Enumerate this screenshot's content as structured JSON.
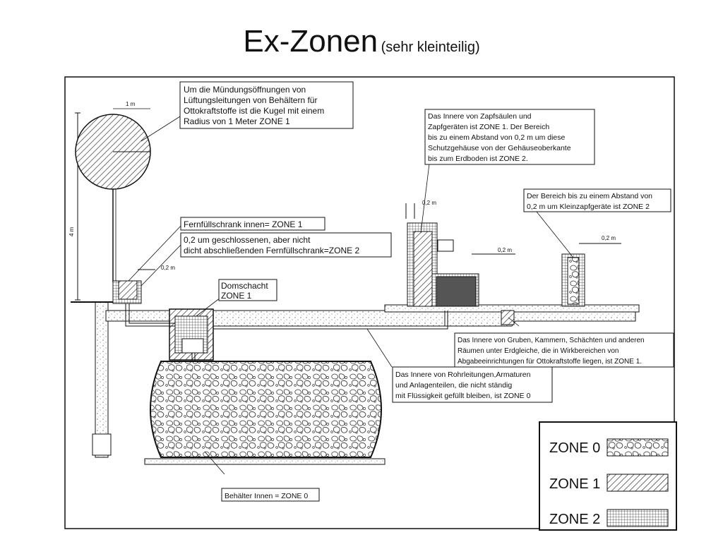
{
  "title": {
    "main": "Ex-Zonen",
    "sub": "(sehr kleinteilig)"
  },
  "dimensions": {
    "one_meter": "1 m",
    "four_meter": "4 m",
    "zero_two_a": "0,2 m",
    "zero_two_b": "0,2 m",
    "zero_two_c": "0,2 m",
    "zero_two_d": "0,2 m"
  },
  "callouts": {
    "sphere": [
      "Um die Mündungsöffnungen von",
      "Lüftungsleitungen von Behältern für",
      "Ottokraftstoffe ist die Kugel mit einem",
      "Radius von 1 Meter ZONE 1"
    ],
    "fernfuell_inner": [
      "Fernfüllschrank innen= ZONE 1"
    ],
    "fernfuell_around": [
      "0,2 um geschlossenen, aber nicht",
      "dicht abschließenden Fernfüllschrank=ZONE 2"
    ],
    "domschacht": [
      "Domschacht",
      "ZONE 1"
    ],
    "zapfsaeulen": [
      "Das Innere von Zapfsäulen und",
      "Zapfgeräten ist ZONE 1. Der Bereich",
      "bis zu einem Abstand von 0,2 m um diese",
      "Schutzgehäuse von der Gehäuseoberkante",
      "bis zum Erdboden  ist ZONE 2."
    ],
    "kleinzapf": [
      "Der Bereich bis zu einem Abstand von",
      "0,2 m um Kleinzapfgeräte ist ZONE 2"
    ],
    "gruben": [
      "Das Innere von Gruben, Kammern, Schächten und anderen",
      "Räumen unter Erdgleiche, die in Wirkbereichen von",
      "Abgabeeinrichtungen für Ottokraftstoffe liegen, ist ZONE 1."
    ],
    "rohr": [
      "Das Innere von Rohrleitungen,Armaturen",
      "und Anlagenteilen, die nicht ständig",
      "mit Flüssigkeit gefüllt bleiben, ist ZONE 0"
    ],
    "behaelter": [
      "Behälter Innen = ZONE 0"
    ]
  },
  "legend": {
    "items": [
      {
        "label": "ZONE 0",
        "pattern": "stone-texture"
      },
      {
        "label": "ZONE 1",
        "pattern": "diagonal-hatch"
      },
      {
        "label": "ZONE 2",
        "pattern": "crosshatch-grid"
      }
    ]
  },
  "colors": {
    "ink": "#111111",
    "background": "#ffffff"
  }
}
